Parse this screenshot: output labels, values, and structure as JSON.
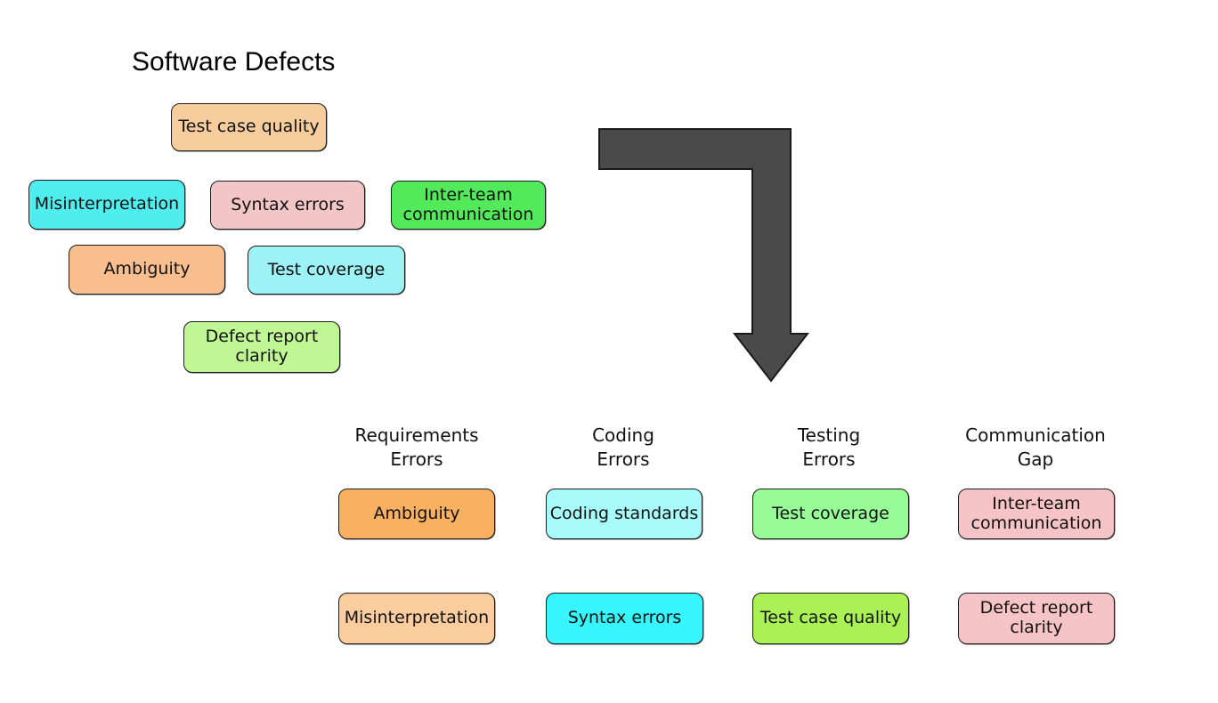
{
  "title": "Software Defects",
  "arrow": {
    "semantic": "grouping-flow-arrow",
    "fill": "#4A4A4A",
    "stroke": "#1A1A1A"
  },
  "scatter": {
    "cards": [
      {
        "label": "Test case quality",
        "fill": "#F8CD9E"
      },
      {
        "label": "Misinterpretation",
        "fill": "#4FEDED"
      },
      {
        "label": "Syntax errors",
        "fill": "#F2C6C6"
      },
      {
        "label": "Inter-team\ncommunication",
        "fill": "#52E95A"
      },
      {
        "label": "Ambiguity",
        "fill": "#F9BE8E"
      },
      {
        "label": "Test coverage",
        "fill": "#9CF2F5"
      },
      {
        "label": "Defect report\nclarity",
        "fill": "#C0F693"
      }
    ]
  },
  "columns": [
    {
      "header": "Requirements\nErrors",
      "cards": [
        {
          "label": "Ambiguity",
          "fill": "#F9B060"
        },
        {
          "label": "Misinterpretation",
          "fill": "#FBCC9E"
        }
      ]
    },
    {
      "header": "Coding\nErrors",
      "cards": [
        {
          "label": "Coding standards",
          "fill": "#A8FBFB"
        },
        {
          "label": "Syntax errors",
          "fill": "#36F5FB"
        }
      ]
    },
    {
      "header": "Testing\nErrors",
      "cards": [
        {
          "label": "Test coverage",
          "fill": "#97FB97"
        },
        {
          "label": "Test case quality",
          "fill": "#AAF155"
        }
      ]
    },
    {
      "header": "Communication\nGap",
      "cards": [
        {
          "label": "Inter-team\ncommunication",
          "fill": "#F6C4C6"
        },
        {
          "label": "Defect report\nclarity",
          "fill": "#F6C4C6"
        }
      ]
    }
  ]
}
